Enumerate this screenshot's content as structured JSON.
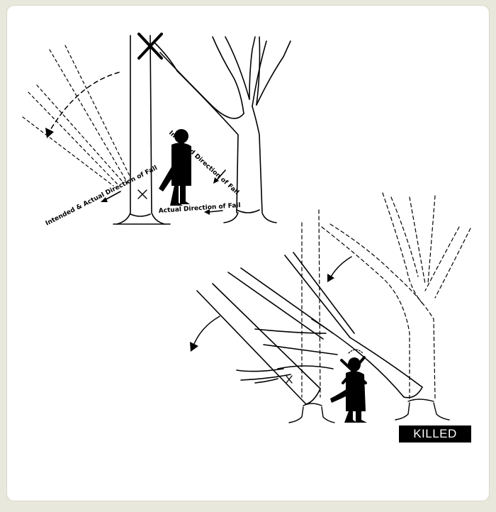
{
  "scene_top": {
    "label_intended_actual": "Intended & Actual Direction of Fall",
    "label_intended": "Intended Direction of Fall",
    "label_actual": "Actual Direction of Fall"
  },
  "scene_bottom": {
    "outcome_label": "KILLED"
  },
  "colors": {
    "ink": "#000000",
    "paper": "#ffffff",
    "page_background": "#e9e8dc",
    "label_text": "#ffffff"
  }
}
